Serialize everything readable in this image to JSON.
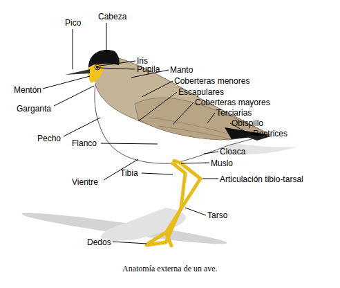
{
  "diagram": {
    "caption": "Anatomía externa de un ave.",
    "labels": [
      "Pico",
      "Cabeza",
      "Iris",
      "Pupila",
      "Manto",
      "Coberteras menores",
      "Escapulares",
      "Coberteras mayores",
      "Terciarias",
      "Obispillo",
      "Rectrices",
      "Mentón",
      "Garganta",
      "Pecho",
      "Flanco",
      "Cloaca",
      "Muslo",
      "Tibia",
      "Articulación tibio-tarsal",
      "Vientre",
      "Tarso",
      "Dedos"
    ]
  }
}
